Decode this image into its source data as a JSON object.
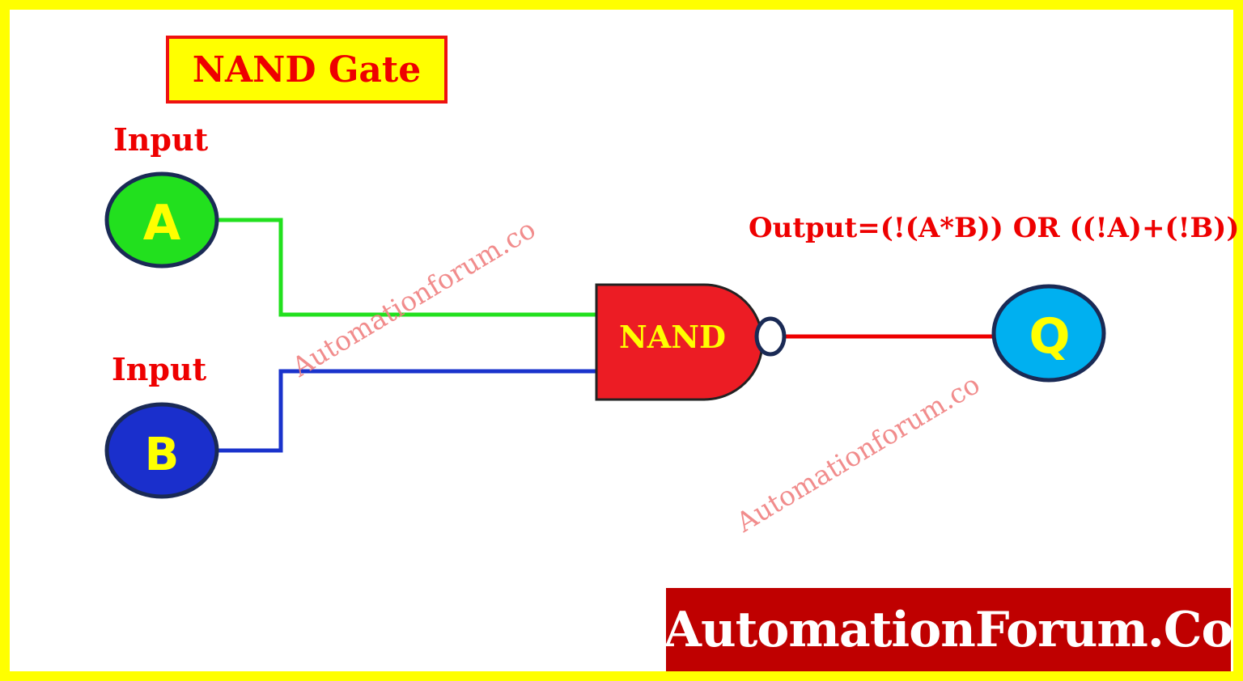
{
  "title": "NAND Gate",
  "inputs": [
    {
      "caption": "Input",
      "name": "A",
      "fill": "#22e01e",
      "wire": "#22e01e"
    },
    {
      "caption": "Input",
      "name": "B",
      "fill": "#1a2fcc",
      "wire": "#1a33cc"
    }
  ],
  "gate": {
    "label": "NAND",
    "fill": "#ec1c24"
  },
  "output": {
    "name": "Q",
    "fill": "#00b0f0",
    "wire": "#ee0000",
    "expression": "Output=(!(A*B)) OR ((!A)+(!B))"
  },
  "watermarks": [
    "Automationforum.co",
    "Automationforum.co"
  ],
  "brand": "AutomationForum.Co",
  "colors": {
    "frame": "#ffff00",
    "text_red": "#ee0000",
    "brand_bg": "#bf0000",
    "node_text": "#ffff00"
  }
}
